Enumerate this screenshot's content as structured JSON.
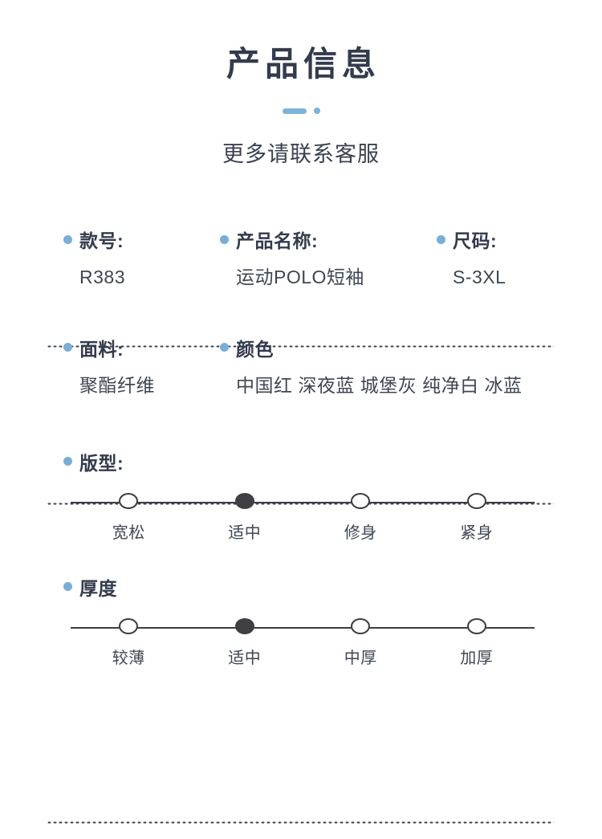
{
  "header": {
    "title": "产品信息",
    "divider_icon": "bar-dot-divider",
    "subtitle": "更多请联系客服",
    "accent_color": "#7db3da"
  },
  "theme": {
    "title_color": "#333b4c",
    "text_color": "#3f4653",
    "bullet_color": "#79aed7",
    "slider_color": "#3d3d42",
    "selected_color": "#3f3f44",
    "dotted_color": "#3e4456",
    "background": "#ffffff"
  },
  "info": {
    "row1": [
      {
        "label": "款号:",
        "value": "R383"
      },
      {
        "label": "产品名称:",
        "value": "运动POLO短袖"
      },
      {
        "label": "尺码:",
        "value": "S-3XL"
      }
    ],
    "row2": [
      {
        "label": "面料:",
        "value": "聚酯纤维"
      },
      {
        "label": "颜色",
        "value": "中国红  深夜蓝  城堡灰  纯净白 冰蓝"
      }
    ]
  },
  "sliders": [
    {
      "label": "版型:",
      "selected_index": 1,
      "options": [
        "宽松",
        "适中",
        "修身",
        "紧身"
      ]
    },
    {
      "label": "厚度",
      "selected_index": 1,
      "options": [
        "较薄",
        "适中",
        "中厚",
        "加厚"
      ]
    }
  ]
}
